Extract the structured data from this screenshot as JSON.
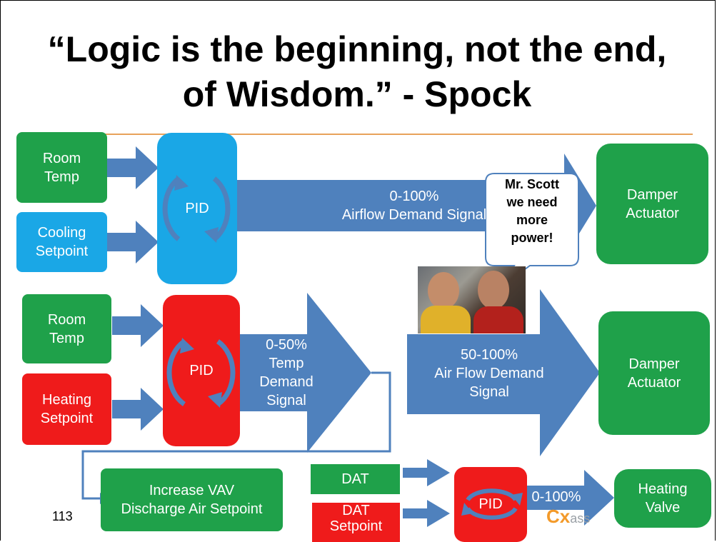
{
  "title": {
    "line1": "“Logic is the beginning, not the end,",
    "line2": "of Wisdom.” - Spock"
  },
  "cooling_loop": {
    "input1": "Room\nTemp",
    "input2": "Cooling\nSetpoint",
    "pid": "PID",
    "signal": "0-100%\nAirflow Demand Signal",
    "output": "Damper\nActuator"
  },
  "heating_loop": {
    "input1": "Room\nTemp",
    "input2": "Heating\nSetpoint",
    "pid": "PID",
    "signal": "0-50%\nTemp\nDemand\nSignal",
    "signal2": "50-100%\nAir Flow Demand\nSignal",
    "output": "Damper\nActuator"
  },
  "discharge_loop": {
    "action": "Increase VAV\nDischarge Air Setpoint",
    "input1": "DAT",
    "input2": "DAT\nSetpoint",
    "pid": "PID",
    "signal": "0-100%",
    "output": "Heating\nValve"
  },
  "speech_bubble": "Mr. Scott\nwe need\nmore\npower!",
  "page_number": "113",
  "logo": {
    "mark": "Cx",
    "text": "ass"
  },
  "colors": {
    "green": "#1fa14a",
    "blue": "#1aa7e6",
    "red": "#ef1b1b",
    "arrow": "#4f81bd",
    "rule": "#e8a25a"
  }
}
